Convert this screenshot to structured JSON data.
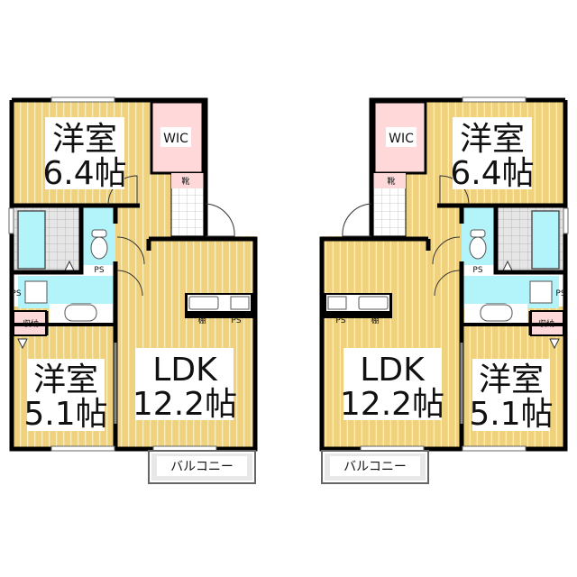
{
  "colors": {
    "floor": "#f0d27e",
    "stripe": "#fbeebd",
    "wic": "#ffd9d9",
    "wet": "#b3f4fa",
    "tile": "#d8d8d8",
    "wall": "#000000"
  },
  "units": [
    {
      "bedroom1": {
        "name": "洋室",
        "size": "6.4帖"
      },
      "bedroom2": {
        "name": "洋室",
        "size": "5.1帖"
      },
      "ldk": {
        "name": "LDK",
        "size": "12.2帖"
      },
      "wic": "WIC",
      "shoes": "靴",
      "storage": "収納",
      "shelf": "棚",
      "ps_labels": [
        "PS",
        "PS",
        "PS"
      ],
      "balcony": "バルコニー"
    },
    {
      "bedroom1": {
        "name": "洋室",
        "size": "6.4帖"
      },
      "bedroom2": {
        "name": "洋室",
        "size": "5.1帖"
      },
      "ldk": {
        "name": "LDK",
        "size": "12.2帖"
      },
      "wic": "WIC",
      "shoes": "靴",
      "storage": "収納",
      "shelf": "棚",
      "ps_labels": [
        "PS",
        "PS",
        "PS"
      ],
      "balcony": "バルコニー"
    }
  ]
}
